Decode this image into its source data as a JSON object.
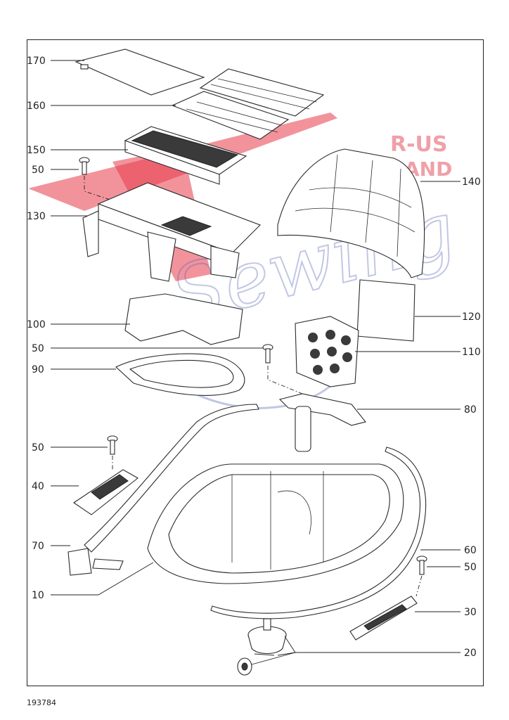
{
  "drawing_number": "193784",
  "watermark": {
    "line1": "R-US",
    "line2": "AND",
    "script": "Sewing"
  },
  "callouts": [
    {
      "id": "170",
      "label": "170"
    },
    {
      "id": "160",
      "label": "160"
    },
    {
      "id": "150",
      "label": "150"
    },
    {
      "id": "50a",
      "label": "50"
    },
    {
      "id": "130",
      "label": "130"
    },
    {
      "id": "140",
      "label": "140"
    },
    {
      "id": "100",
      "label": "100"
    },
    {
      "id": "120",
      "label": "120"
    },
    {
      "id": "50b",
      "label": "50"
    },
    {
      "id": "110",
      "label": "110"
    },
    {
      "id": "90",
      "label": "90"
    },
    {
      "id": "80",
      "label": "80"
    },
    {
      "id": "50c",
      "label": "50"
    },
    {
      "id": "40",
      "label": "40"
    },
    {
      "id": "70",
      "label": "70"
    },
    {
      "id": "60",
      "label": "60"
    },
    {
      "id": "50d",
      "label": "50"
    },
    {
      "id": "10",
      "label": "10"
    },
    {
      "id": "30",
      "label": "30"
    },
    {
      "id": "20",
      "label": "20"
    }
  ]
}
